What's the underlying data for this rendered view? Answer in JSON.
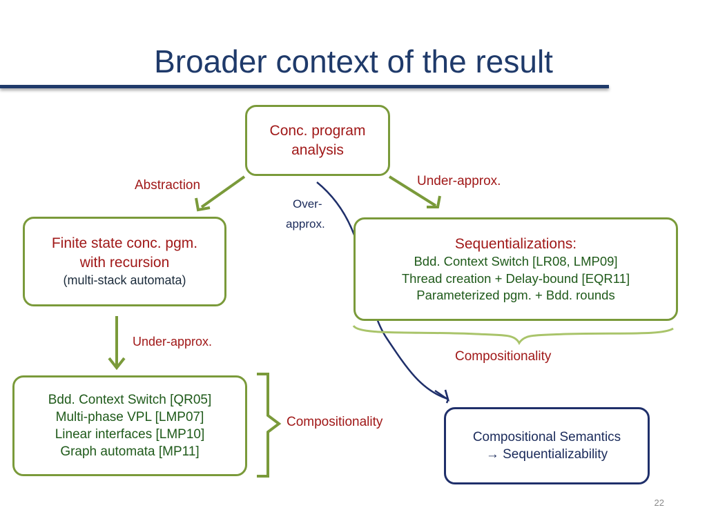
{
  "slide": {
    "title": "Broader context of the result",
    "page_number": "22"
  },
  "nodes": {
    "top": {
      "line1": "Conc. program",
      "line2": "analysis"
    },
    "finite": {
      "line1": "Finite state conc. pgm.",
      "line2": "with recursion",
      "line3": "(multi-stack automata)"
    },
    "seq": {
      "heading": "Sequentializations:",
      "items": [
        "Bdd. Context Switch [LR08, LMP09]",
        "Thread creation + Delay-bound [EQR11]",
        "Parameterized pgm. + Bdd. rounds"
      ]
    },
    "bdd": {
      "items": [
        "Bdd. Context Switch [QR05]",
        "Multi-phase VPL [LMP07]",
        "Linear interfaces [LMP10]",
        "Graph automata [MP11]"
      ]
    },
    "comp": {
      "line1": "Compositional Semantics",
      "line2": "→ Sequentializability"
    }
  },
  "edge_labels": {
    "abstraction": "Abstraction",
    "under_right": "Under-approx.",
    "over1": "Over-",
    "over2": "approx.",
    "under_left": "Under-approx.",
    "compositionality_right": "Compositionality",
    "compositionality_left": "Compositionality"
  },
  "colors": {
    "title": "#1f3a6a",
    "green_border": "#7a9a3a",
    "navy": "#1f2f6a",
    "red_text": "#a01818",
    "green_text": "#1f5a1a"
  }
}
